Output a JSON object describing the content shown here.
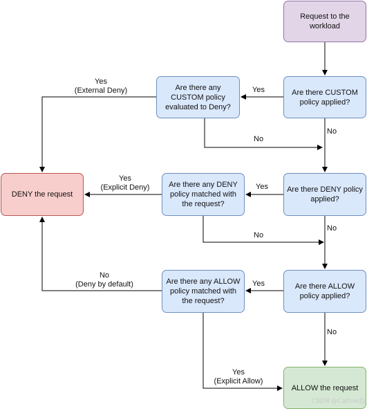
{
  "nodes": {
    "request": "Request to the workload",
    "custom_applied": "Are there CUSTOM policy applied?",
    "custom_deny": "Are there any CUSTOM policy evaluated to Deny?",
    "deny_applied": "Are there DENY policy applied?",
    "deny_matched": "Are there any DENY policy matched with the request?",
    "allow_applied": "Are there ALLOW policy applied?",
    "allow_matched": "Are there any ALLOW policy matched with the request?",
    "deny_request": "DENY the request",
    "allow_request": "ALLOW the request"
  },
  "edges": {
    "custom_yes": "Yes",
    "custom_no": "No",
    "custom_deny_yes": "Yes",
    "custom_deny_yes_note": "(External Deny)",
    "custom_deny_no": "No",
    "deny_yes": "Yes",
    "deny_no": "No",
    "deny_matched_yes": "Yes",
    "deny_matched_yes_note": "(Explicit Deny)",
    "deny_matched_no": "No",
    "allow_yes": "Yes",
    "allow_no": "No",
    "allow_matched_no": "No",
    "allow_matched_no_note": "(Deny by default)",
    "allow_matched_yes": "Yes",
    "allow_matched_yes_note": "(Explicit Allow)"
  },
  "watermark": "CSDN @CarlowZJ",
  "colors": {
    "decision_fill": "#dae8fc",
    "start_fill": "#e1d5e7",
    "deny_fill": "#f8cecc",
    "allow_fill": "#d5e8d4",
    "line": "#000000"
  }
}
